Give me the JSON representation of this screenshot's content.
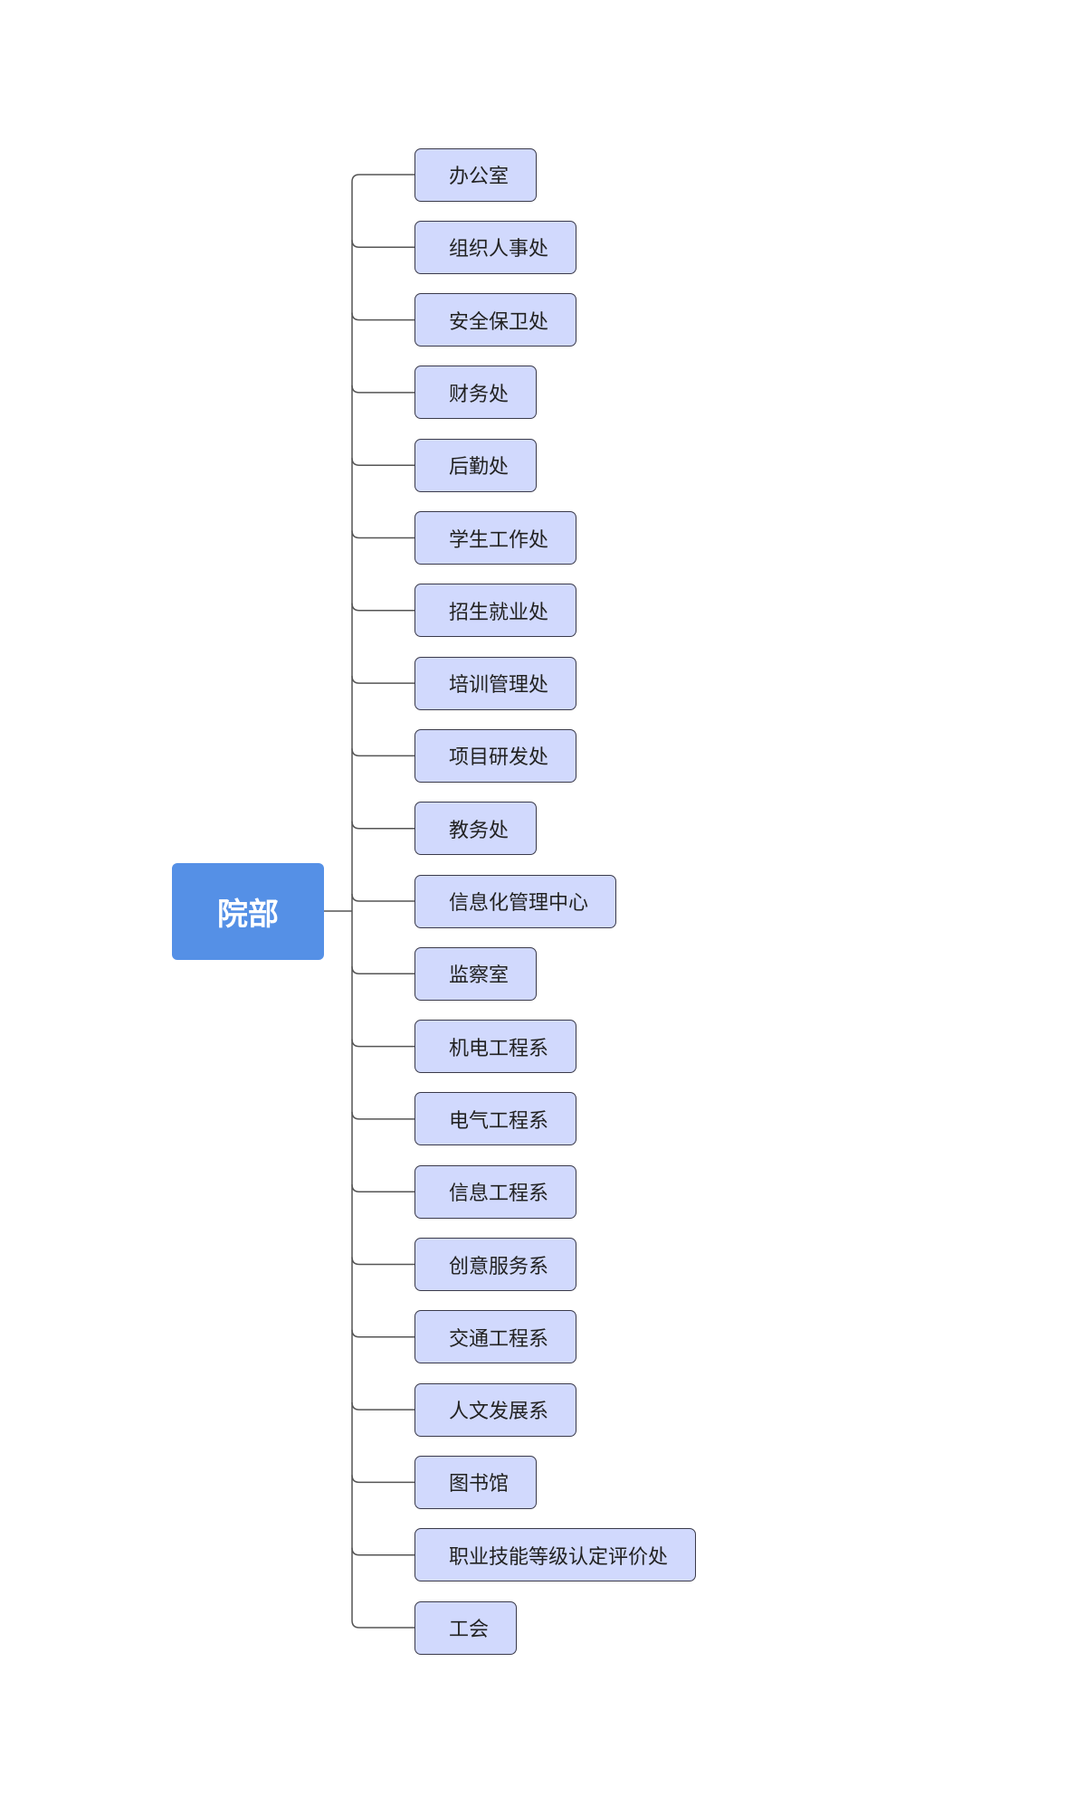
{
  "diagram": {
    "root": {
      "label": "院部"
    },
    "children": [
      {
        "label": "办公室"
      },
      {
        "label": "组织人事处"
      },
      {
        "label": "安全保卫处"
      },
      {
        "label": "财务处"
      },
      {
        "label": "后勤处"
      },
      {
        "label": "学生工作处"
      },
      {
        "label": "招生就业处"
      },
      {
        "label": "培训管理处"
      },
      {
        "label": "项目研发处"
      },
      {
        "label": "教务处"
      },
      {
        "label": "信息化管理中心"
      },
      {
        "label": "监察室"
      },
      {
        "label": "机电工程系"
      },
      {
        "label": "电气工程系"
      },
      {
        "label": "信息工程系"
      },
      {
        "label": "创意服务系"
      },
      {
        "label": "交通工程系"
      },
      {
        "label": "人文发展系"
      },
      {
        "label": "图书馆"
      },
      {
        "label": "职业技能等级认定评价处"
      },
      {
        "label": "工会"
      }
    ],
    "colors": {
      "root_fill": "#5590e6",
      "root_text": "#ffffff",
      "child_fill": "#d1d9fd",
      "child_border": "#3a3a4a",
      "connector": "#555555"
    }
  }
}
